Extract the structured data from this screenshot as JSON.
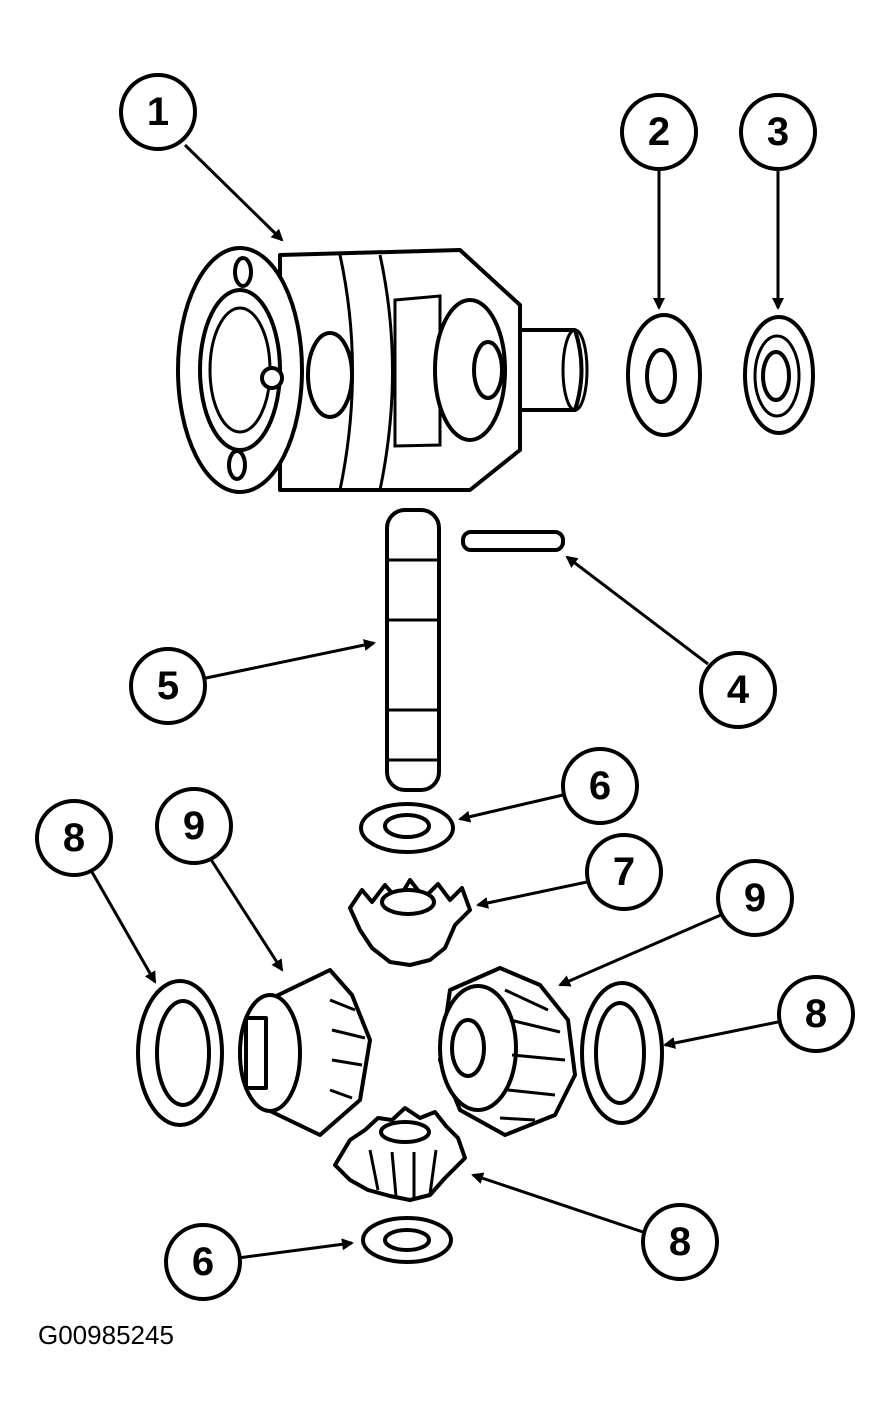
{
  "figure_code": "G00985245",
  "callouts": [
    {
      "id": "c1",
      "label": "1"
    },
    {
      "id": "c2",
      "label": "2"
    },
    {
      "id": "c3",
      "label": "3"
    },
    {
      "id": "c4",
      "label": "4"
    },
    {
      "id": "c5",
      "label": "5"
    },
    {
      "id": "c6a",
      "label": "6"
    },
    {
      "id": "c7",
      "label": "7"
    },
    {
      "id": "c8a",
      "label": "8"
    },
    {
      "id": "c9a",
      "label": "9"
    },
    {
      "id": "c9b",
      "label": "9"
    },
    {
      "id": "c8b",
      "label": "8"
    },
    {
      "id": "c8c",
      "label": "8"
    },
    {
      "id": "c6b",
      "label": "6"
    }
  ]
}
